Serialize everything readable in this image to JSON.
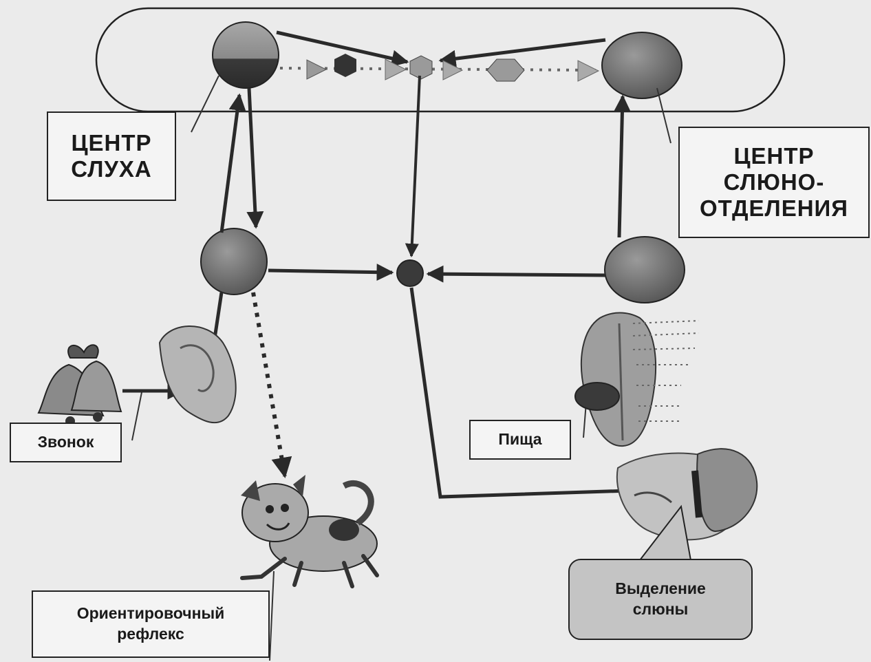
{
  "labels": {
    "hearing_center": [
      "ЦЕНТР",
      "СЛУХА"
    ],
    "salivation_center": [
      "ЦЕНТР",
      "СЛЮНО-",
      "ОТДЕЛЕНИЯ"
    ],
    "bell": "Звонок",
    "food": "Пища",
    "orienting_reflex": [
      "Ориентировочный",
      "рефлекс"
    ],
    "saliva_secretion": [
      "Выделение",
      "слюны"
    ]
  },
  "colors": {
    "neuron_fill": "#6e6e6e",
    "line": "#2a2a2a",
    "background": "#ebebeb"
  }
}
